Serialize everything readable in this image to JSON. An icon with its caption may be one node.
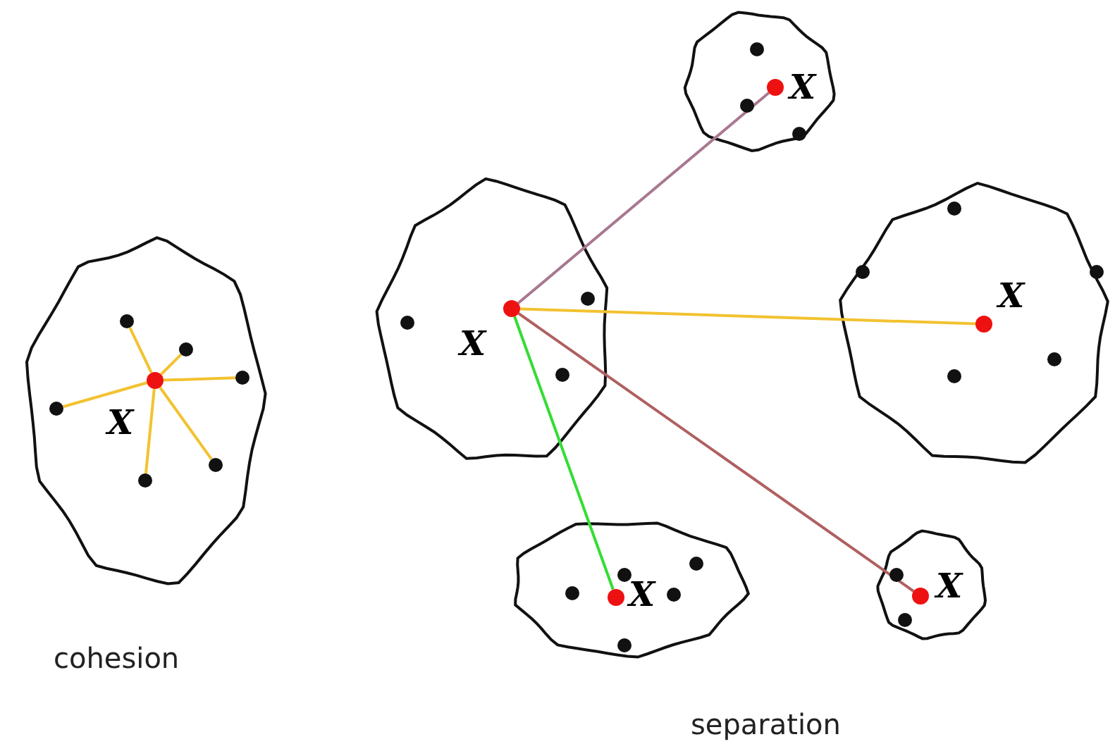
{
  "diagram": {
    "nodes": [
      {
        "text": [],
        "shape": "cloud"
      },
      {
        "text": [],
        "shape": "circle",
        "in": 0,
        "beside": [
          "X"
        ]
      },
      {
        "text": [],
        "shape": "circle",
        "in": 0
      },
      {
        "text": [],
        "shape": "circle",
        "in": 0
      },
      {
        "text": [],
        "shape": "circle",
        "in": 0
      },
      {
        "text": [],
        "shape": "circle",
        "in": 0
      },
      {
        "text": [],
        "shape": "circle",
        "in": 0
      },
      {
        "text": [],
        "shape": "circle",
        "in": 0
      },
      {
        "text": [],
        "shape": "cloud"
      },
      {
        "text": [],
        "shape": "circle",
        "in": 8,
        "beside": [
          "X"
        ]
      },
      {
        "text": [],
        "shape": "circle",
        "in": 8
      },
      {
        "text": [],
        "shape": "circle",
        "in": 8
      },
      {
        "text": [],
        "shape": "circle",
        "in": 8
      },
      {
        "text": [],
        "shape": "cloud"
      },
      {
        "text": [],
        "shape": "circle",
        "in": 13,
        "beside": [
          "X"
        ]
      },
      {
        "text": [],
        "shape": "circle",
        "in": 13
      },
      {
        "text": [],
        "shape": "circle",
        "in": 13
      },
      {
        "text": [],
        "shape": "circle",
        "in": 13
      },
      {
        "text": [],
        "shape": "cloud"
      },
      {
        "text": [],
        "shape": "circle",
        "in": 18,
        "beside": [
          "X"
        ]
      },
      {
        "text": [],
        "shape": "circle",
        "in": 18
      },
      {
        "text": [],
        "shape": "circle",
        "in": 18
      },
      {
        "text": [],
        "shape": "circle",
        "in": 18
      },
      {
        "text": [],
        "shape": "circle",
        "in": 18
      },
      {
        "text": [],
        "shape": "circle",
        "in": 18
      },
      {
        "text": [],
        "shape": "cloud"
      },
      {
        "text": [],
        "shape": "circle",
        "in": 25,
        "beside": [
          "X"
        ]
      },
      {
        "text": [],
        "shape": "circle",
        "in": 25
      },
      {
        "text": [],
        "shape": "circle",
        "in": 25
      },
      {
        "text": [],
        "shape": "circle",
        "in": 25
      },
      {
        "text": [],
        "shape": "circle",
        "in": 25
      },
      {
        "text": [],
        "shape": "circle",
        "in": 25
      },
      {
        "text": [],
        "shape": "cloud"
      },
      {
        "text": [],
        "shape": "circle",
        "in": 32,
        "beside": [
          "X"
        ]
      },
      {
        "text": [],
        "shape": "circle",
        "in": 32
      },
      {
        "text": [],
        "shape": "circle",
        "in": 32
      }
    ],
    "edges": [
      {
        "from": 1,
        "to": 2,
        "arrow": "none"
      },
      {
        "from": 1,
        "to": 3,
        "arrow": "none"
      },
      {
        "from": 1,
        "to": 4,
        "arrow": "none"
      },
      {
        "from": 1,
        "to": 5,
        "arrow": "none"
      },
      {
        "from": 1,
        "to": 6,
        "arrow": "none"
      },
      {
        "from": 1,
        "to": 7,
        "arrow": "none"
      },
      {
        "from": 9,
        "to": 14,
        "arrow": "none",
        "color": "#a87890"
      },
      {
        "from": 9,
        "to": 19,
        "arrow": "none"
      },
      {
        "from": 9,
        "to": 26,
        "arrow": "none",
        "color": "#33dd33"
      },
      {
        "from": 9,
        "to": 33,
        "arrow": "none",
        "color": "#b06060"
      }
    ],
    "labels": [
      "cohesion",
      "separation"
    ]
  }
}
